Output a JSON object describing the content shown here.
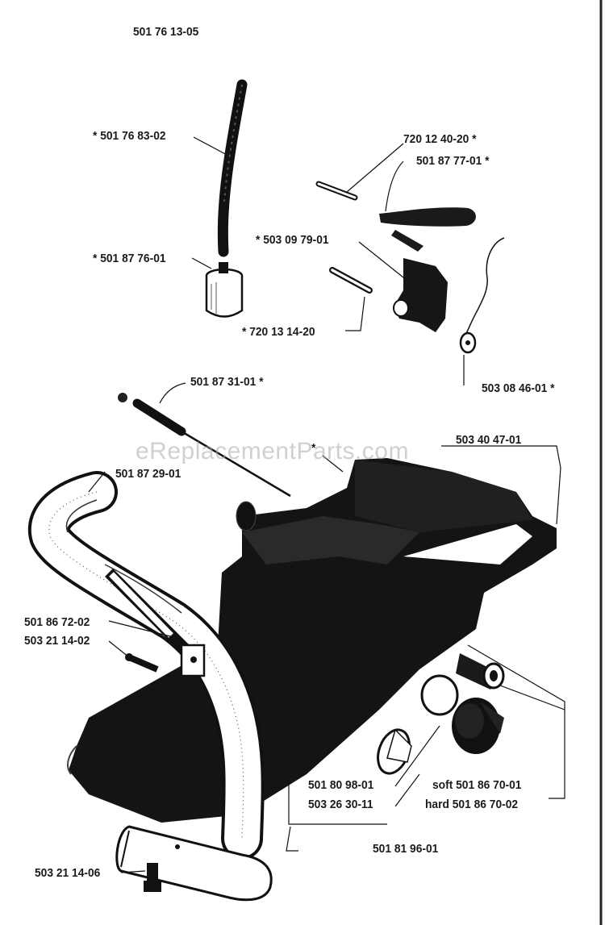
{
  "header": {
    "assembly_number": "501 76 13-05"
  },
  "watermark": "eReplacementParts.com",
  "labels": {
    "fuel_hose": "* 501 76 83-02",
    "pin_top": "720 12 40-20 *",
    "throttle_trigger": "501 87 77-01 *",
    "throttle_lockout": "* 503 09 79-01",
    "filter": "* 501 87 76-01",
    "pin_lower": "* 720 13 14-20",
    "spring": "503 08 46-01 *",
    "rod": "501 87 31-01 *",
    "housing_star": "*",
    "handle_rear": "503 40 47-01",
    "front_handle": "501 87 29-01",
    "damper": "501 86 72-02",
    "screw_left": "503 21 14-02",
    "gasket": "501 80 98-01",
    "strap": "503 26 30-11",
    "cap_soft": "soft 501 86 70-01",
    "cap_hard": "hard 501 86 70-02",
    "cap_assembly": "501 81 96-01",
    "screw_bottom": "503 21 14-06"
  }
}
